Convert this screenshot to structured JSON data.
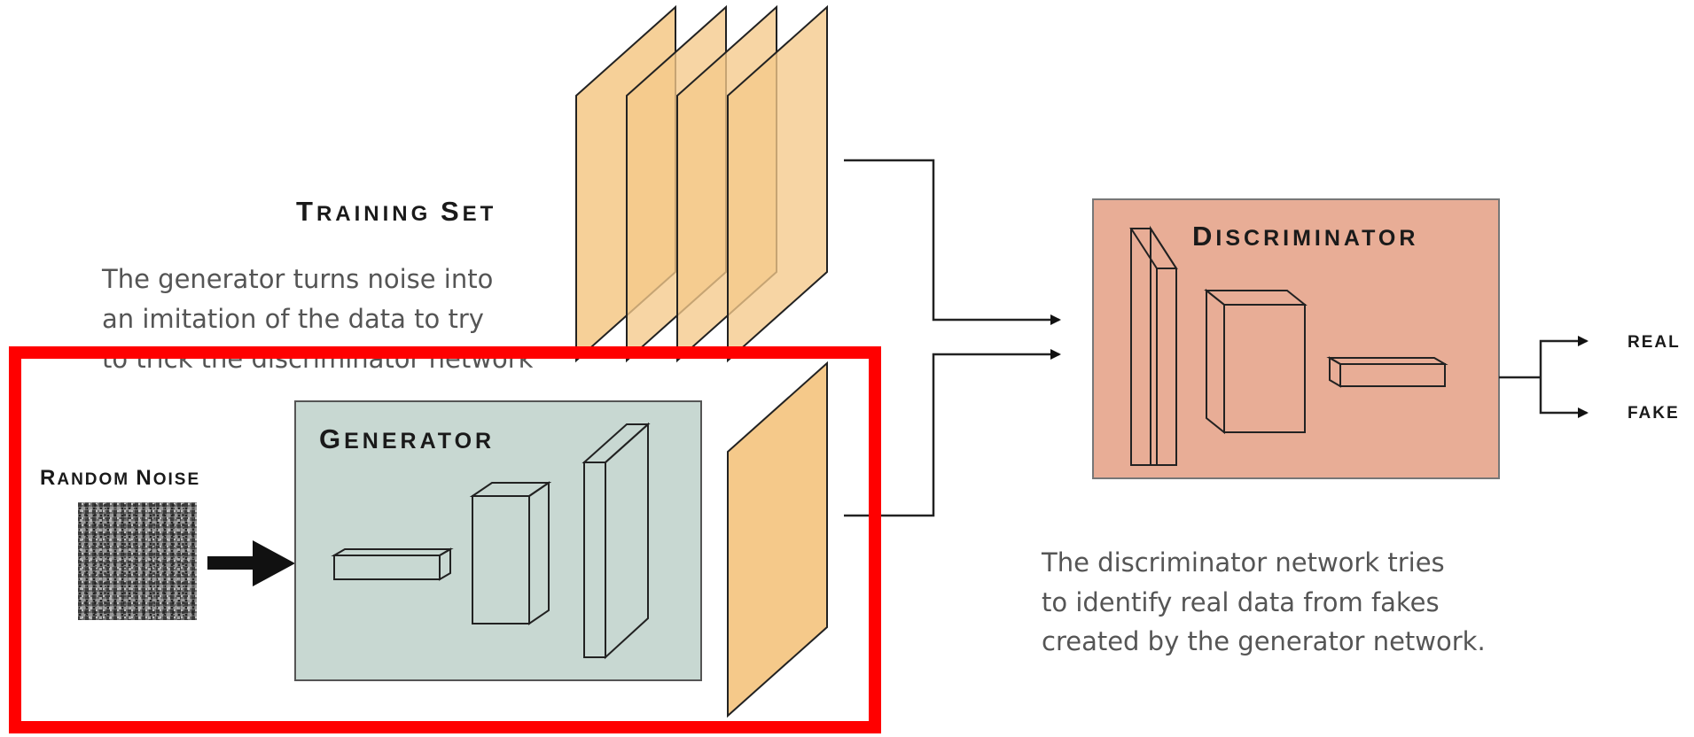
{
  "training_set": {
    "title_cap": "T",
    "title_rest": "RAINING ",
    "title_cap2": "S",
    "title_rest2": "ET"
  },
  "generator_desc": [
    "The generator turns noise into",
    "an imitation of  the data to try",
    "to trick the discriminator network"
  ],
  "random_noise": {
    "cap1": "R",
    "rest1": "ANDOM ",
    "cap2": "N",
    "rest2": "OISE"
  },
  "generator": {
    "cap": "G",
    "rest": "ENERATOR"
  },
  "discriminator": {
    "cap": "D",
    "rest": "ISCRIMINATOR"
  },
  "outputs": {
    "real": "REAL",
    "fake": "FAKE"
  },
  "discriminator_desc": [
    "The discriminator network tries",
    "to identify real data from fakes",
    "created by the generator network."
  ],
  "colors": {
    "training_sheet": "#f5c98a",
    "training_sheet_overlap": "#eeb866",
    "generator_box": "#c8d8d2",
    "discriminator_box": "#e8ad96",
    "highlight": "#ff0000"
  }
}
